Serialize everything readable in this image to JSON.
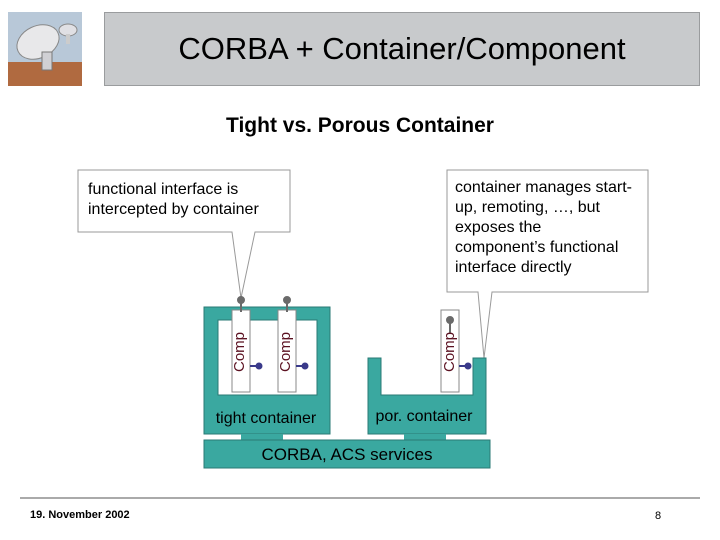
{
  "header": {
    "title": "CORBA + Container/Component",
    "logo_icon": "radio-telescope-icon"
  },
  "subtitle": "Tight vs. Porous Container",
  "callouts": [
    {
      "text": "functional interface is intercepted by container"
    },
    {
      "text": "container manages start-up, remoting, …, but exposes the component’s functional interface directly"
    }
  ],
  "components": [
    "Comp",
    "Comp",
    "Comp"
  ],
  "containers": {
    "tight": "tight container",
    "porous": "por. container"
  },
  "services": "CORBA, ACS services",
  "footer": {
    "date": "19. November 2002",
    "page": "8"
  },
  "colors": {
    "container_fill": "#3aa8a0",
    "component_fill": "#ffffff",
    "component_text": "#5a1020",
    "title_bar": "#c8cacc",
    "connector": "#6a6a6a"
  }
}
